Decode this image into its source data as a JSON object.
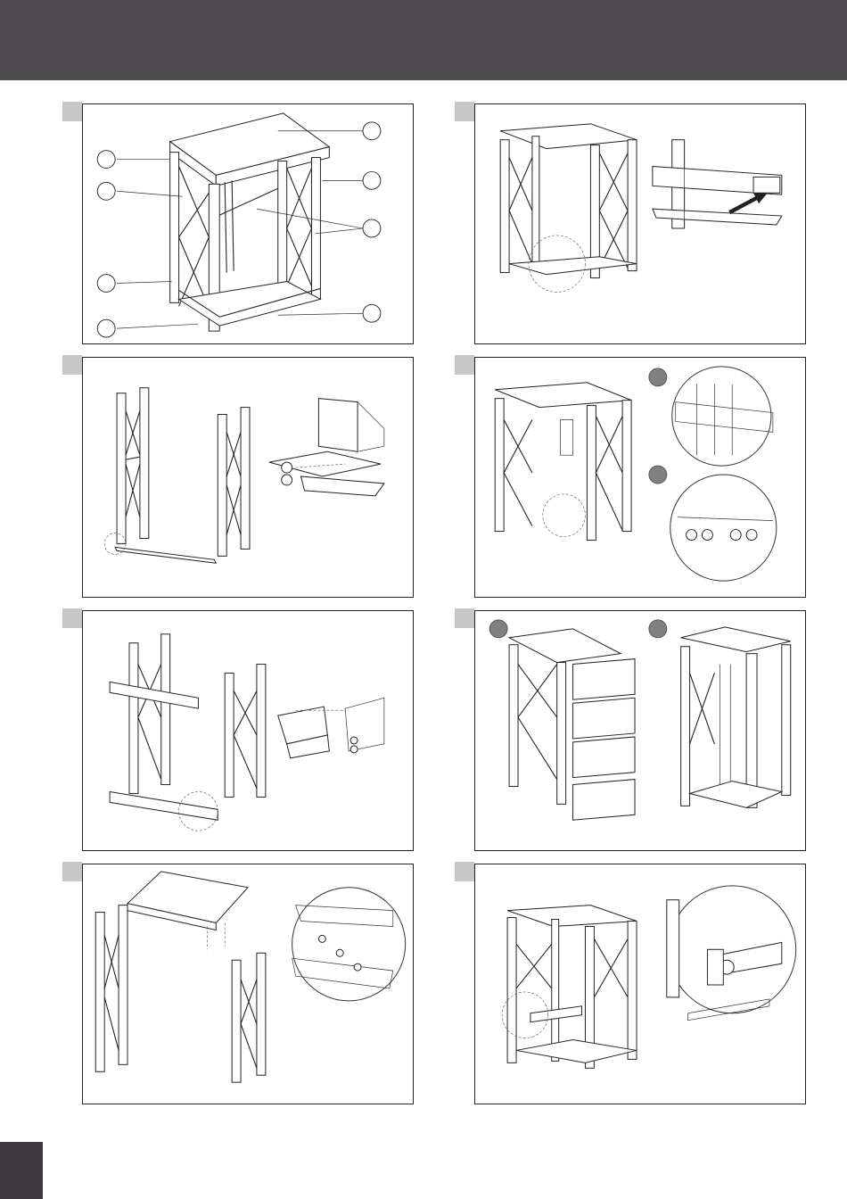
{
  "page": {
    "header_color": "#4d4b4d",
    "tab_color": "#c7c7c7",
    "badge_color": "#808080"
  },
  "panels": [
    {
      "id": "p1",
      "content": "frame-with-callouts"
    },
    {
      "id": "p2",
      "content": "frame-rail-insert"
    },
    {
      "id": "p3",
      "content": "side-frames-and-base"
    },
    {
      "id": "p4",
      "content": "frame-hardware-details"
    },
    {
      "id": "p5",
      "content": "crossbeam-assembly"
    },
    {
      "id": "p6",
      "content": "side-panels-mounting"
    },
    {
      "id": "p7",
      "content": "top-cover-mounting"
    },
    {
      "id": "p8",
      "content": "bracket-fixing"
    }
  ]
}
